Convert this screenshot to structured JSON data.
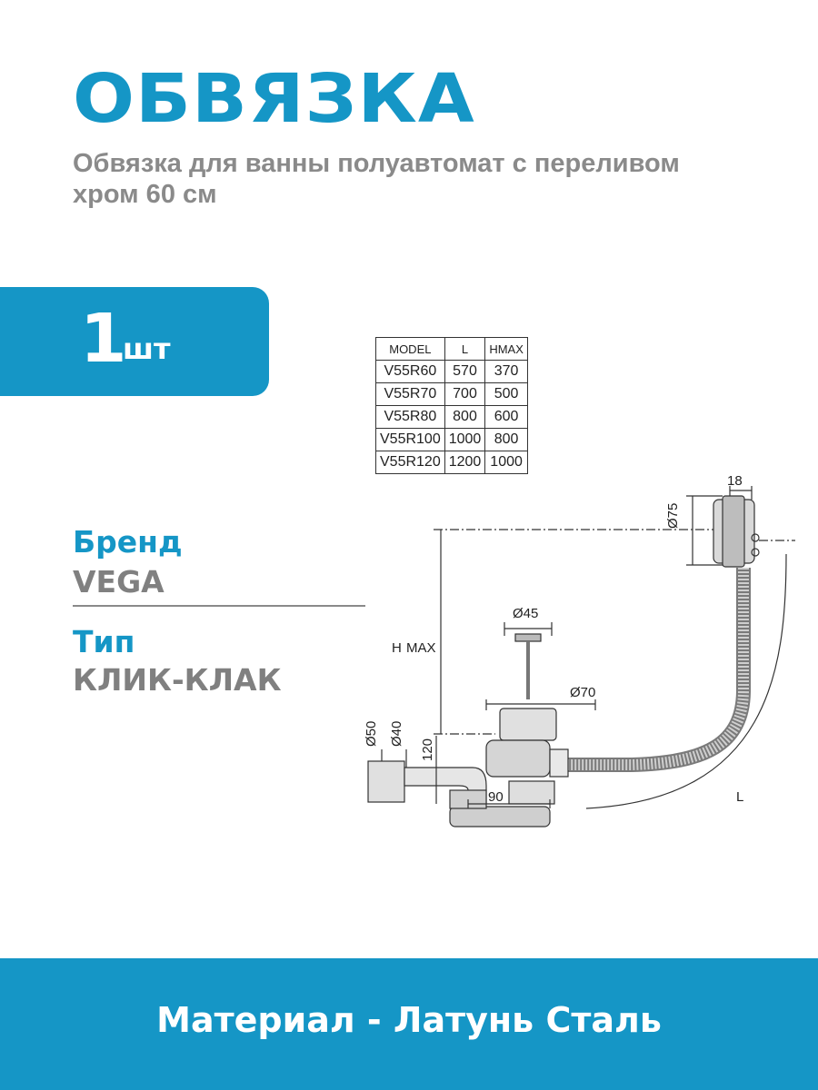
{
  "header": {
    "title": "ОБВЯЗКА",
    "subtitle": "Обвязка для ванны полуавтомат с переливом хром 60 см"
  },
  "quantity": {
    "number": "1",
    "unit": "шт"
  },
  "specs": {
    "brand_label": "Бренд",
    "brand_value": "VEGA",
    "type_label": "Тип",
    "type_value": "КЛИК-КЛАК"
  },
  "model_table": {
    "headers": [
      "MODEL",
      "L",
      "HMAX"
    ],
    "rows": [
      [
        "V55R60",
        "570",
        "370"
      ],
      [
        "V55R70",
        "700",
        "500"
      ],
      [
        "V55R80",
        "800",
        "600"
      ],
      [
        "V55R100",
        "1000",
        "800"
      ],
      [
        "V55R120",
        "1200",
        "1000"
      ]
    ]
  },
  "drawing": {
    "dim_18": "18",
    "dim_d75": "Ø75",
    "dim_d45": "Ø45",
    "dim_d70": "Ø70",
    "dim_d50": "Ø50",
    "dim_d40": "Ø40",
    "dim_120": "120",
    "dim_90": "90",
    "dim_hmax_h": "H",
    "dim_hmax_max": "MAX",
    "dim_l": "L"
  },
  "footer": {
    "text": "Материал - Латунь Сталь"
  },
  "colors": {
    "accent": "#1596c6",
    "gray": "#8a8a8a"
  }
}
